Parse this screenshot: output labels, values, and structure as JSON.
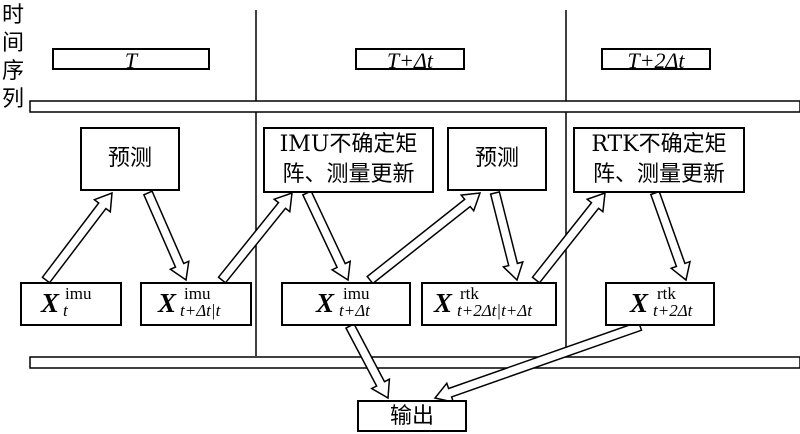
{
  "side_label": [
    "时",
    "间",
    "序",
    "列"
  ],
  "time_labels": [
    "T",
    "T+Δt",
    "T+2Δt"
  ],
  "nodes": {
    "predict_1": "预测",
    "imu_update": "IMU不确定矩\n阵、测量更新",
    "predict_2": "预测",
    "rtk_update": "RTK不确定矩\n阵、测量更新"
  },
  "states": [
    {
      "symbol": "X",
      "sup": "imu",
      "sub": "t"
    },
    {
      "symbol": "X",
      "sup": "imu",
      "sub": "t+Δt|t"
    },
    {
      "symbol": "X",
      "sup": "imu",
      "sub": "t+Δt"
    },
    {
      "symbol": "X",
      "sup": "rtk",
      "sub": "t+2Δt|t+Δt"
    },
    {
      "symbol": "X",
      "sup": "rtk",
      "sub": "t+2Δt"
    }
  ],
  "output": "输出"
}
